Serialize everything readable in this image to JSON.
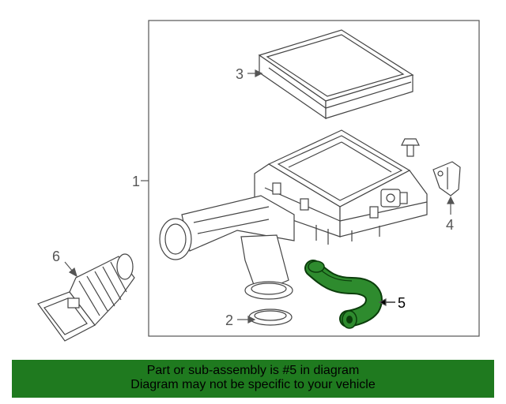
{
  "diagram": {
    "callouts": {
      "c1": "1",
      "c2": "2",
      "c3": "3",
      "c4": "4",
      "c5": "5",
      "c6": "6"
    },
    "colors": {
      "line": "#555555",
      "highlight": "#2e8b2e",
      "highlight_dark": "#0b3d0b"
    }
  },
  "banner": {
    "line1": "Part or sub-assembly is #5 in diagram",
    "line2": "Diagram may not be specific to your vehicle",
    "background": "#1f7a1f"
  }
}
